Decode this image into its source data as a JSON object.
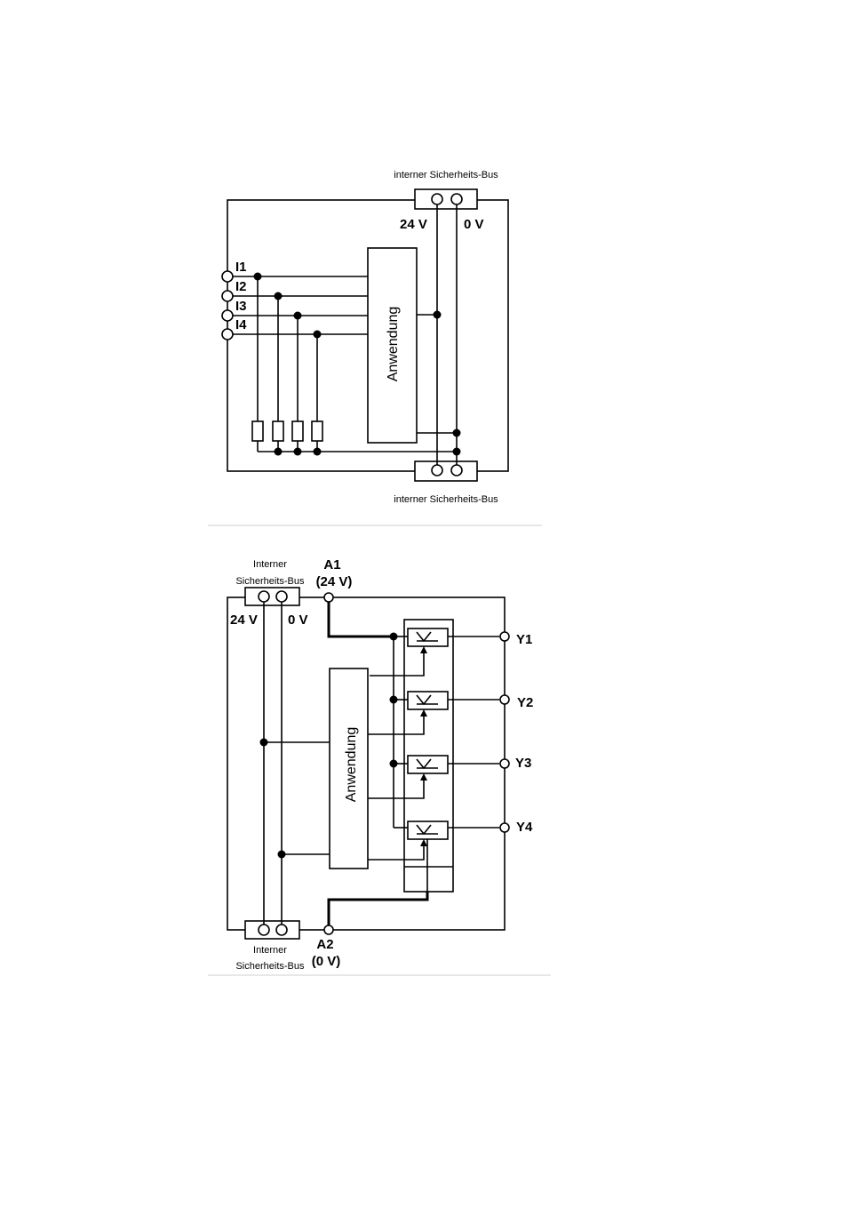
{
  "diagram_inputs": {
    "bus_label_top": "interner Sicherheits-Bus",
    "bus_label_bottom": "interner Sicherheits-Bus",
    "voltage_24": "24 V",
    "voltage_0": "0 V",
    "inputs": [
      "I1",
      "I2",
      "I3",
      "I4"
    ],
    "application": "Anwendung"
  },
  "diagram_outputs": {
    "bus_label_top_line1": "Interner",
    "bus_label_top_line2": "Sicherheits-Bus",
    "bus_label_bottom_line1": "Interner",
    "bus_label_bottom_line2": "Sicherheits-Bus",
    "voltage_24": "24 V",
    "voltage_0": "0 V",
    "a1": "A1",
    "a1_value": "(24 V)",
    "a2": "A2",
    "a2_value": "(0 V)",
    "outputs": [
      "Y1",
      "Y2",
      "Y3",
      "Y4"
    ],
    "application": "Anwendung"
  }
}
